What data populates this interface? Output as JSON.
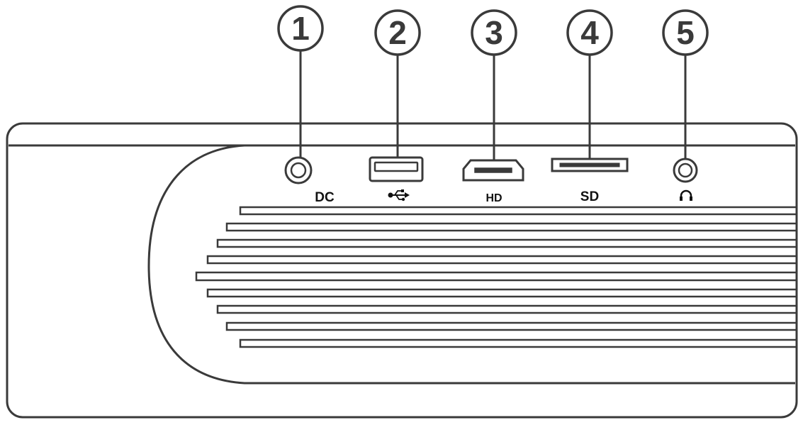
{
  "callouts": [
    {
      "number": "1",
      "port": "dc-jack"
    },
    {
      "number": "2",
      "port": "usb-port"
    },
    {
      "number": "3",
      "port": "hdmi-port"
    },
    {
      "number": "4",
      "port": "sd-card-slot"
    },
    {
      "number": "5",
      "port": "headphone-jack"
    }
  ],
  "labels": {
    "dc": "DC",
    "hd": "HD",
    "sd": "SD"
  },
  "icons": {
    "usb": "usb-symbol-icon",
    "headphone": "headphone-icon"
  },
  "colors": {
    "stroke": "#3a3a3a",
    "fill": "#ffffff"
  }
}
